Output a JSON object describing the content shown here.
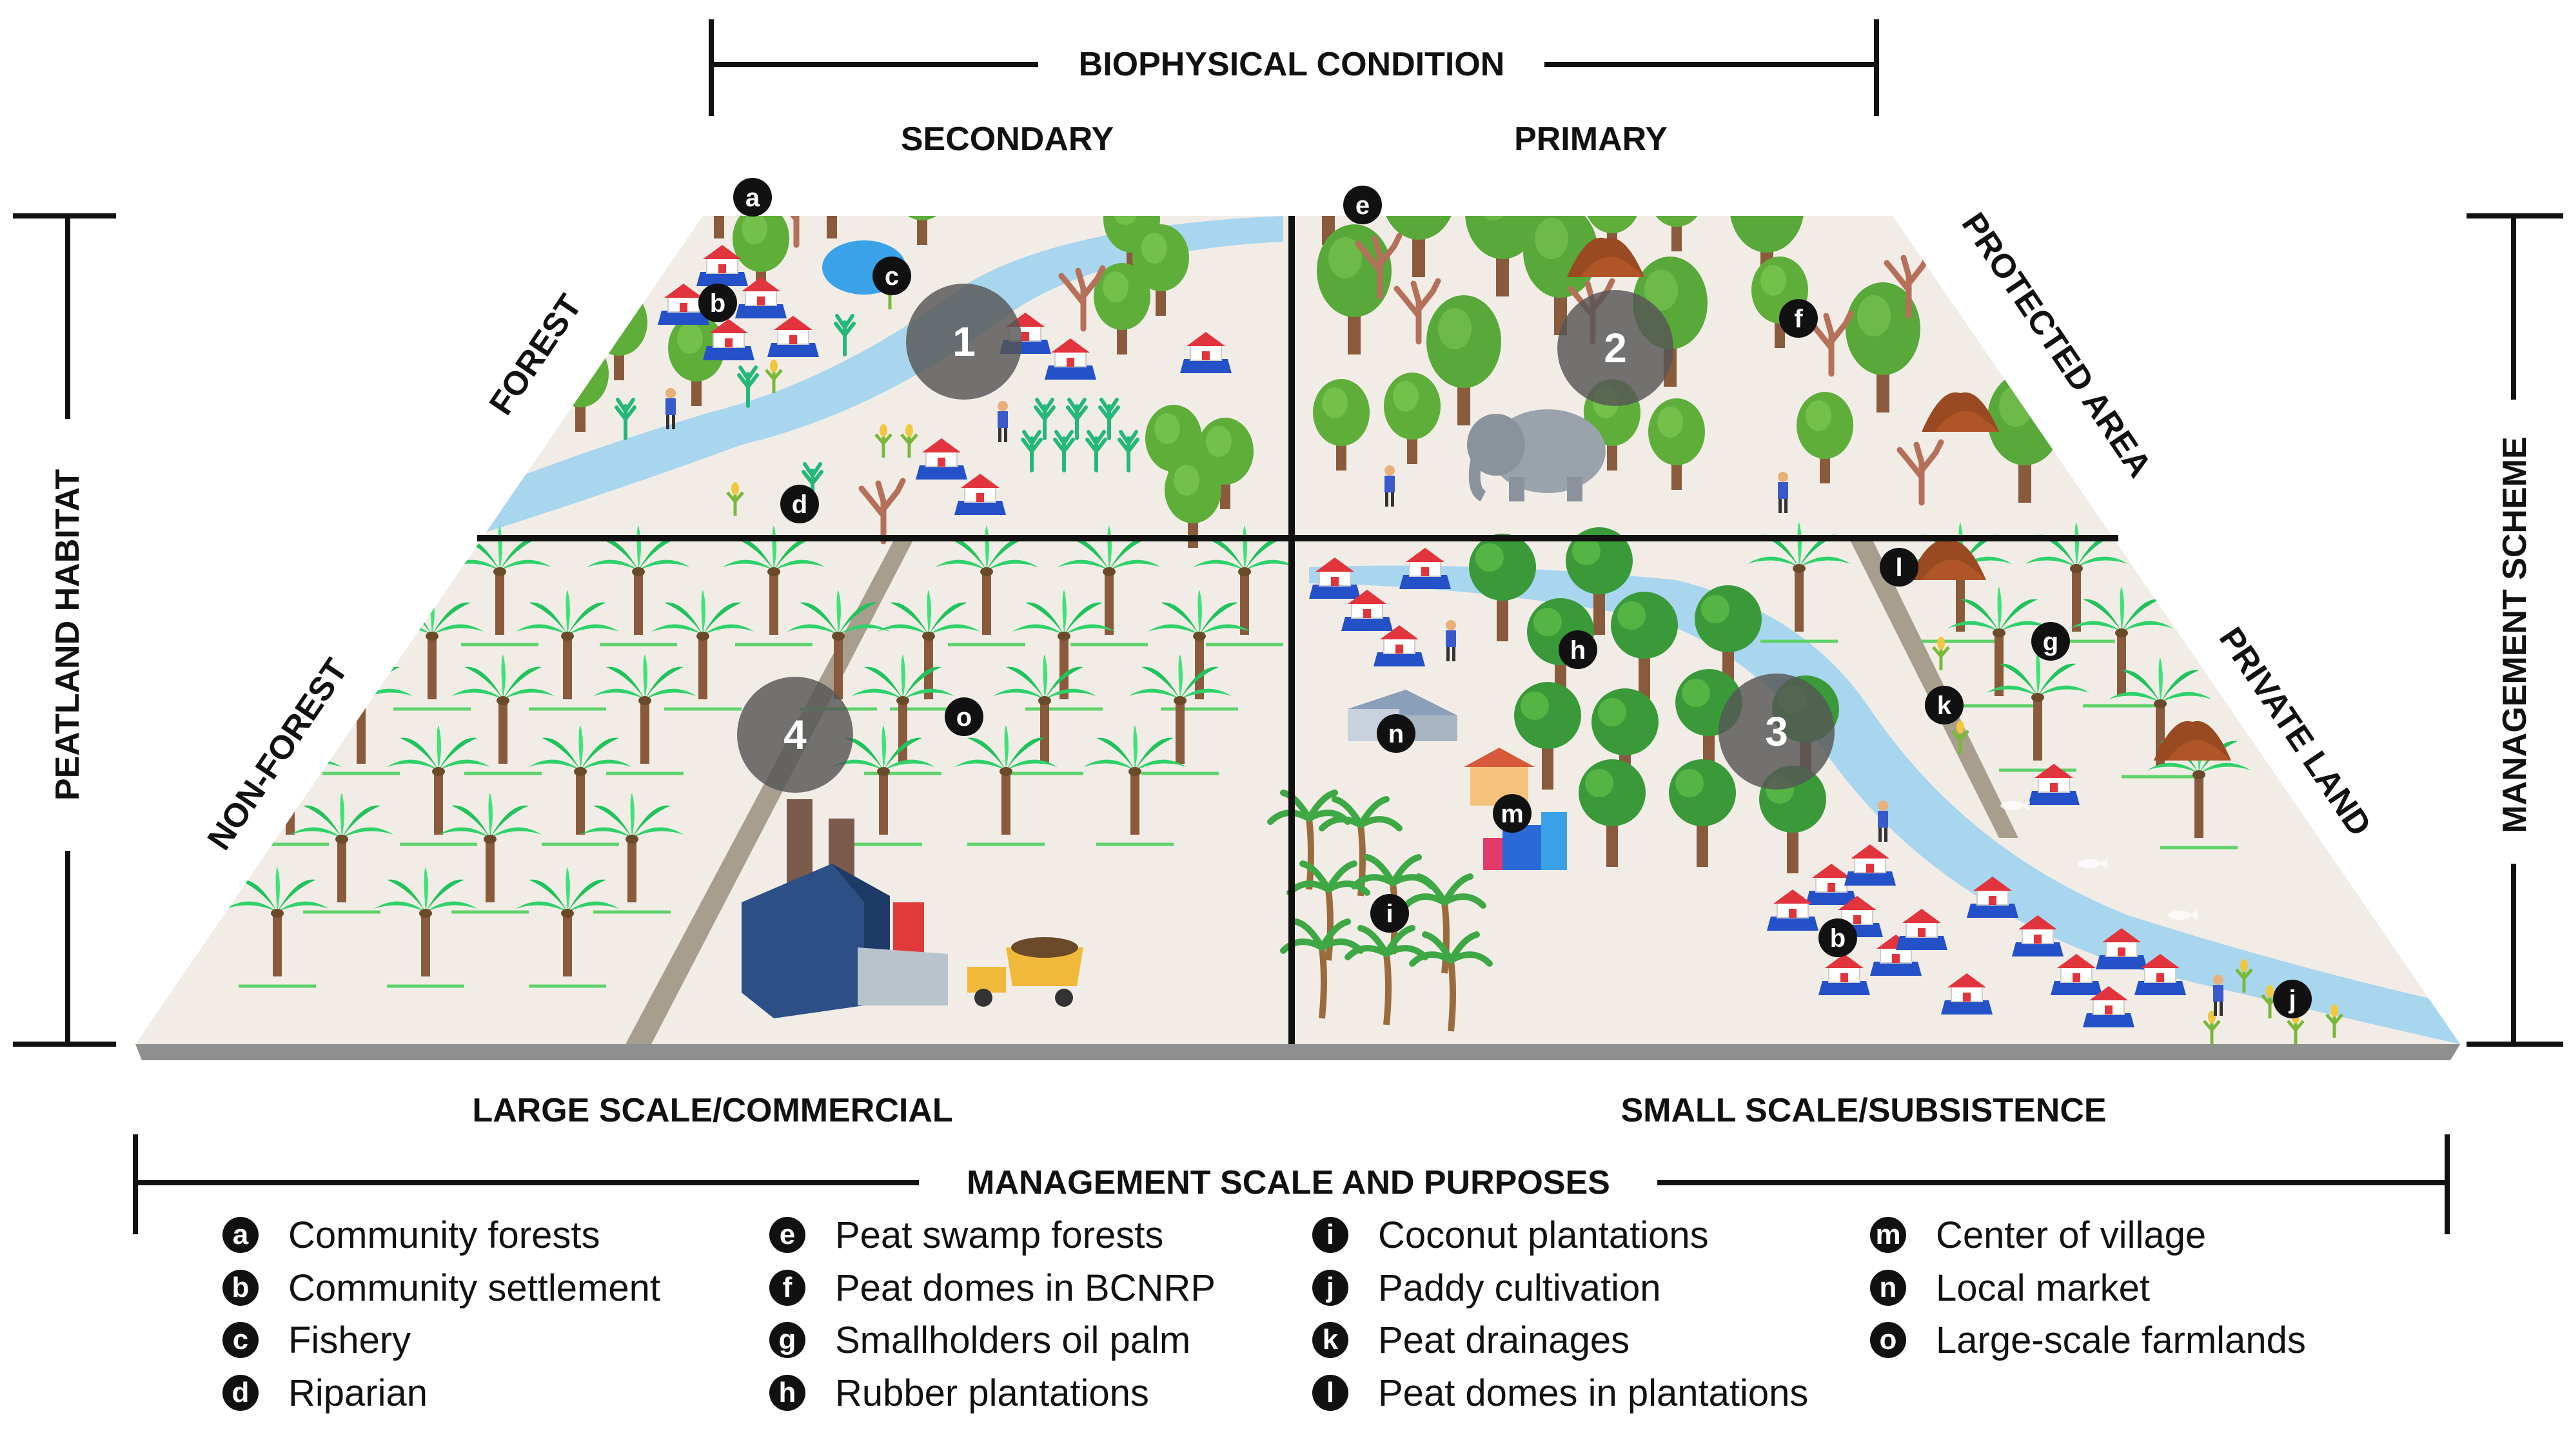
{
  "axes": {
    "biophysical": "BIOPHYSICAL CONDITION",
    "peatland": "PEATLAND HABITAT",
    "management_scheme": "MANAGEMENT SCHEME",
    "management_scale": "MANAGEMENT SCALE AND PURPOSES"
  },
  "quadrant_labels": {
    "secondary": "SECONDARY",
    "primary": "PRIMARY",
    "forest": "FOREST",
    "non_forest": "NON-FOREST",
    "protected_area": "PROTECTED AREA",
    "private_land": "PRIVATE LAND",
    "large_scale": "LARGE SCALE/COMMERCIAL",
    "small_scale": "SMALL SCALE/SUBSISTENCE"
  },
  "quadrant_numbers": [
    "1",
    "2",
    "3",
    "4"
  ],
  "legend": [
    {
      "key": "a",
      "label": "Community forests"
    },
    {
      "key": "b",
      "label": "Community settlement"
    },
    {
      "key": "c",
      "label": "Fishery"
    },
    {
      "key": "d",
      "label": "Riparian"
    },
    {
      "key": "e",
      "label": "Peat swamp forests"
    },
    {
      "key": "f",
      "label": "Peat domes in BCNRP"
    },
    {
      "key": "g",
      "label": "Smallholders oil palm"
    },
    {
      "key": "h",
      "label": "Rubber plantations"
    },
    {
      "key": "i",
      "label": "Coconut plantations"
    },
    {
      "key": "j",
      "label": "Paddy cultivation"
    },
    {
      "key": "k",
      "label": "Peat drainages"
    },
    {
      "key": "l",
      "label": "Peat domes in plantations"
    },
    {
      "key": "m",
      "label": "Center of village"
    },
    {
      "key": "n",
      "label": "Local market"
    },
    {
      "key": "o",
      "label": "Large-scale farmlands"
    }
  ],
  "colors": {
    "ground": "#f1ede6",
    "water": "#a9d6ef",
    "tree": "#5fae3a",
    "palm": "#2fd26a",
    "trunk": "#8a5a3c",
    "house_roof": "#e2343d",
    "house_base": "#2450c8",
    "badge": "#111111",
    "quadrant_circle": "#555555"
  }
}
